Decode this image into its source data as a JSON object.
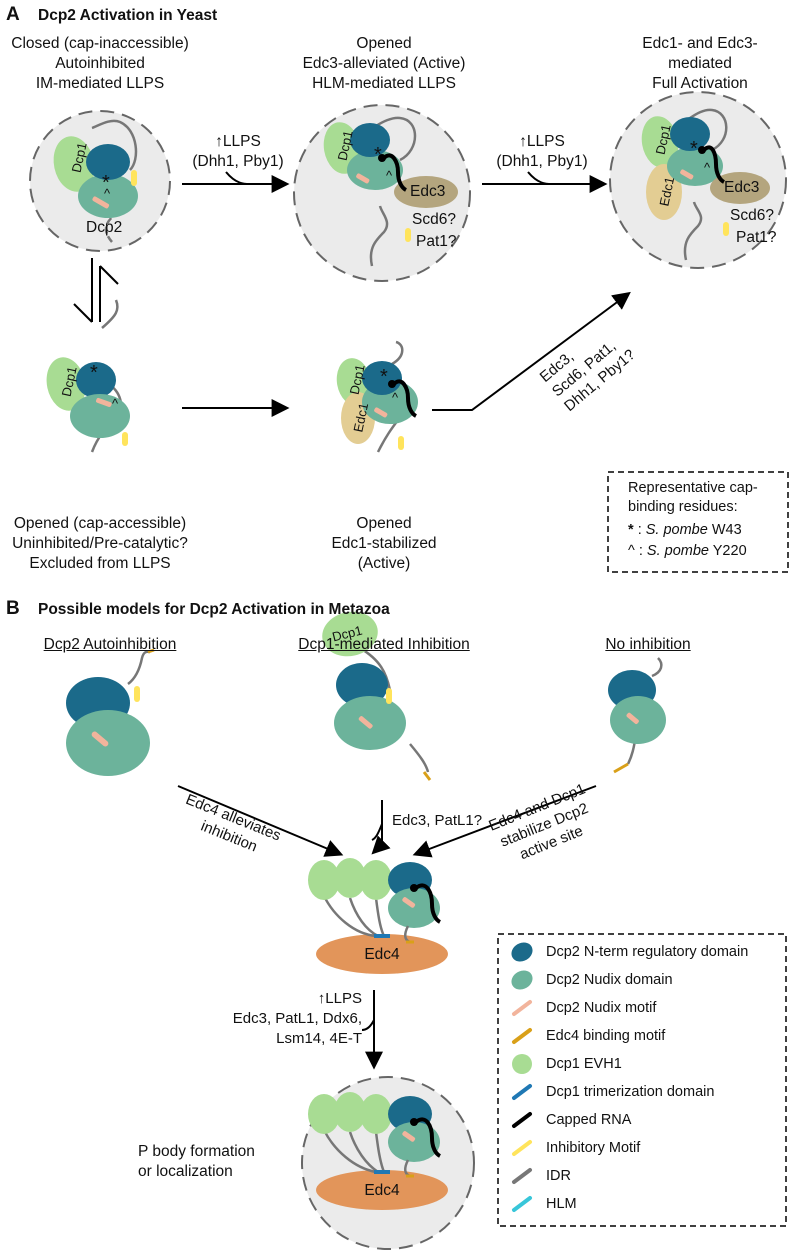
{
  "panel_a": {
    "letter": "A",
    "title": "Dcp2 Activation in Yeast",
    "state_closed": [
      "Closed (cap-inaccessible)",
      "Autoinhibited",
      "IM-mediated LLPS"
    ],
    "state_opened_edc3": [
      "Opened",
      "Edc3-alleviated (Active)",
      "HLM-mediated LLPS"
    ],
    "state_full": [
      "Edc1- and Edc3-",
      "mediated",
      "Full Activation"
    ],
    "state_opened_accessible": [
      "Opened (cap-accessible)",
      "Uninhibited/Pre-catalytic?",
      "Excluded from LLPS"
    ],
    "state_edc1": [
      "Opened",
      "Edc1-stabilized",
      "(Active)"
    ],
    "arrow1_label": [
      "↑LLPS",
      "(Dhh1, Pby1)"
    ],
    "arrow2_label": [
      "↑LLPS",
      "(Dhh1, Pby1)"
    ],
    "diagonal_label": [
      "Edc3,",
      "Scd6, Pat1,",
      "Dhh1, Pby1?"
    ],
    "protein_labels": {
      "dcp1": "Dcp1",
      "dcp2": "Dcp2",
      "edc3": "Edc3",
      "edc1": "Edc1",
      "scd6": "Scd6?",
      "pat1": "Pat1?",
      "star": "*",
      "caret": "^"
    },
    "residue_box": {
      "title": [
        "Representative cap-",
        "binding residues:"
      ],
      "rows": [
        {
          "symbol": "*",
          "sep": ":",
          "species": "S. pombe",
          "residue": "W43"
        },
        {
          "symbol": "^",
          "sep": ":",
          "species": "S. pombe",
          "residue": "Y220"
        }
      ]
    }
  },
  "panel_b": {
    "letter": "B",
    "title": "Possible models for Dcp2 Activation in Metazoa",
    "models": [
      "Dcp2 Autoinhibition",
      "Dcp1-mediated Inhibition",
      "No inhibition"
    ],
    "arrow_left_label": [
      "Edc4  alleviates",
      "inhibition"
    ],
    "arrow_mid_label": "Edc3, PatL1?",
    "arrow_right_label": [
      "Edc4 and Dcp1",
      "stabilize Dcp2",
      "active site"
    ],
    "down_label": [
      "↑LLPS",
      "Edc3, PatL1, Ddx6,",
      "Lsm14, 4E-T"
    ],
    "edc4": "Edc4",
    "dcp1": "Dcp1",
    "pbody": [
      "P body formation",
      "or localization"
    ],
    "legend": [
      {
        "label": "Dcp2 N-term regulatory domain",
        "color": "#1b6a8a"
      },
      {
        "label": "Dcp2 Nudix domain",
        "color": "#6cb39b"
      },
      {
        "label": "Dcp2 Nudix motif",
        "color": "#f2b49c"
      },
      {
        "label": "Edc4 binding motif",
        "color": "#d9a019"
      },
      {
        "label": "Dcp1 EVH1",
        "color": "#a8dc93"
      },
      {
        "label": "Dcp1 trimerization domain",
        "color": "#1f78b4"
      },
      {
        "label": "Capped RNA",
        "color": "#000000"
      },
      {
        "label": "Inhibitory Motif",
        "color": "#ffe45c"
      },
      {
        "label": "IDR",
        "color": "#777777"
      },
      {
        "label": "HLM",
        "color": "#38c6d9"
      }
    ]
  },
  "colors": {
    "dcp2_nterm": "#1b6a8a",
    "dcp2_nudix": "#6cb39b",
    "nudix_motif": "#f2b49c",
    "edc4_motif": "#d9a019",
    "dcp1": "#a8dc93",
    "trimer": "#1f78b4",
    "inhibitory": "#ffe45c",
    "idr": "#777777",
    "hlm": "#38c6d9",
    "edc3": "#b4a57e",
    "edc1": "#e3cd93",
    "edc4": "#e2955a",
    "droplet": "#ebebeb"
  }
}
